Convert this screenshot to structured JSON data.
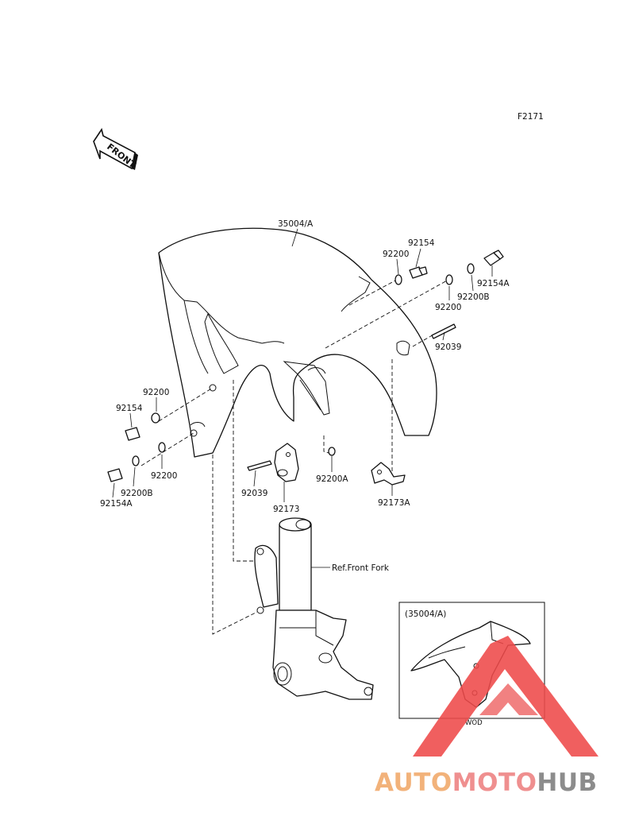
{
  "diagram_code": "F2171",
  "front_arrow_label": "FRONT",
  "inset": {
    "label": "(35004/A)",
    "code": "WOD"
  },
  "watermark": {
    "part1": "AUTO",
    "part2": "MOTO",
    "part3": "HUB",
    "colors": {
      "auto": "#f2b27a",
      "moto": "#ef8f8f",
      "hub": "#8c8c8c",
      "triangle": "#ef4a4a"
    }
  },
  "labels": {
    "fender": "35004/A",
    "bolt_top": "92154",
    "washer_top": "92200",
    "washer_right": "92200",
    "washer_right_b": "92200B",
    "bolt_right_a": "92154A",
    "clamp_right": "92039",
    "washer_left_top": "92200",
    "bolt_left": "92154",
    "washer_left_bottom": "92200",
    "washer_left_b": "92200B",
    "bolt_left_a": "92154A",
    "clamp_left": "92039",
    "bracket_left": "92173",
    "washer_center_a": "92200A",
    "bracket_right": "92173A",
    "front_fork_ref": "Ref.Front Fork"
  }
}
